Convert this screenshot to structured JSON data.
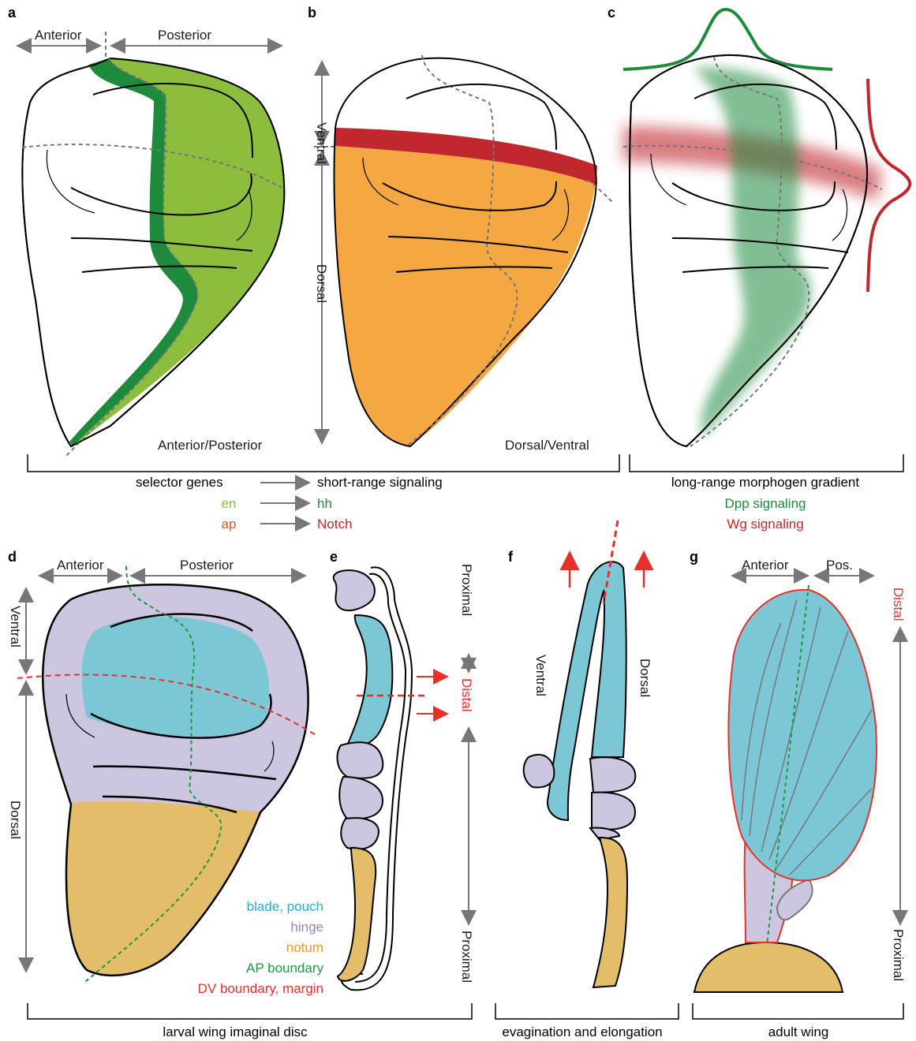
{
  "panels": {
    "a": {
      "letter": "a",
      "left": "Anterior",
      "right": "Posterior",
      "caption": "Anterior/Posterior"
    },
    "b": {
      "letter": "b",
      "top": "Ventral",
      "bottom": "Dorsal",
      "caption": "Dorsal/Ventral"
    },
    "c": {
      "letter": "c"
    },
    "d": {
      "letter": "d",
      "left": "Anterior",
      "right": "Posterior",
      "top": "Ventral",
      "bottom": "Dorsal"
    },
    "e": {
      "letter": "e",
      "top": "Proximal",
      "middle": "Distal",
      "bottom": "Proximal"
    },
    "f": {
      "letter": "f",
      "left": "Ventral",
      "right": "Dorsal"
    },
    "g": {
      "letter": "g",
      "left": "Anterior",
      "right": "Pos.",
      "top": "Distal",
      "bottom": "Proximal"
    }
  },
  "legend_abc": {
    "col1": [
      "selector genes",
      "en",
      "ap"
    ],
    "col2": [
      "short-range signaling",
      "hh",
      "Notch"
    ],
    "col3": [
      "long-range morphogen gradient",
      "Dpp signaling",
      "Wg signaling"
    ]
  },
  "legend_d": [
    "blade, pouch",
    "hinge",
    "notum",
    "AP boundary",
    "DV boundary, margin"
  ],
  "captions": {
    "disc": "larval wing imaginal disc",
    "evag": "evagination and elongation",
    "adult": "adult wing"
  },
  "colors": {
    "light_green": "#8cbd3c",
    "dark_green": "#1e8a3c",
    "orange": "#f5a742",
    "red": "#c0282d",
    "blue": "#7cc7d6",
    "lavender": "#cdc6e0",
    "tan": "#e3bd69",
    "bright_red": "#e8302a",
    "gray": "#777777"
  }
}
